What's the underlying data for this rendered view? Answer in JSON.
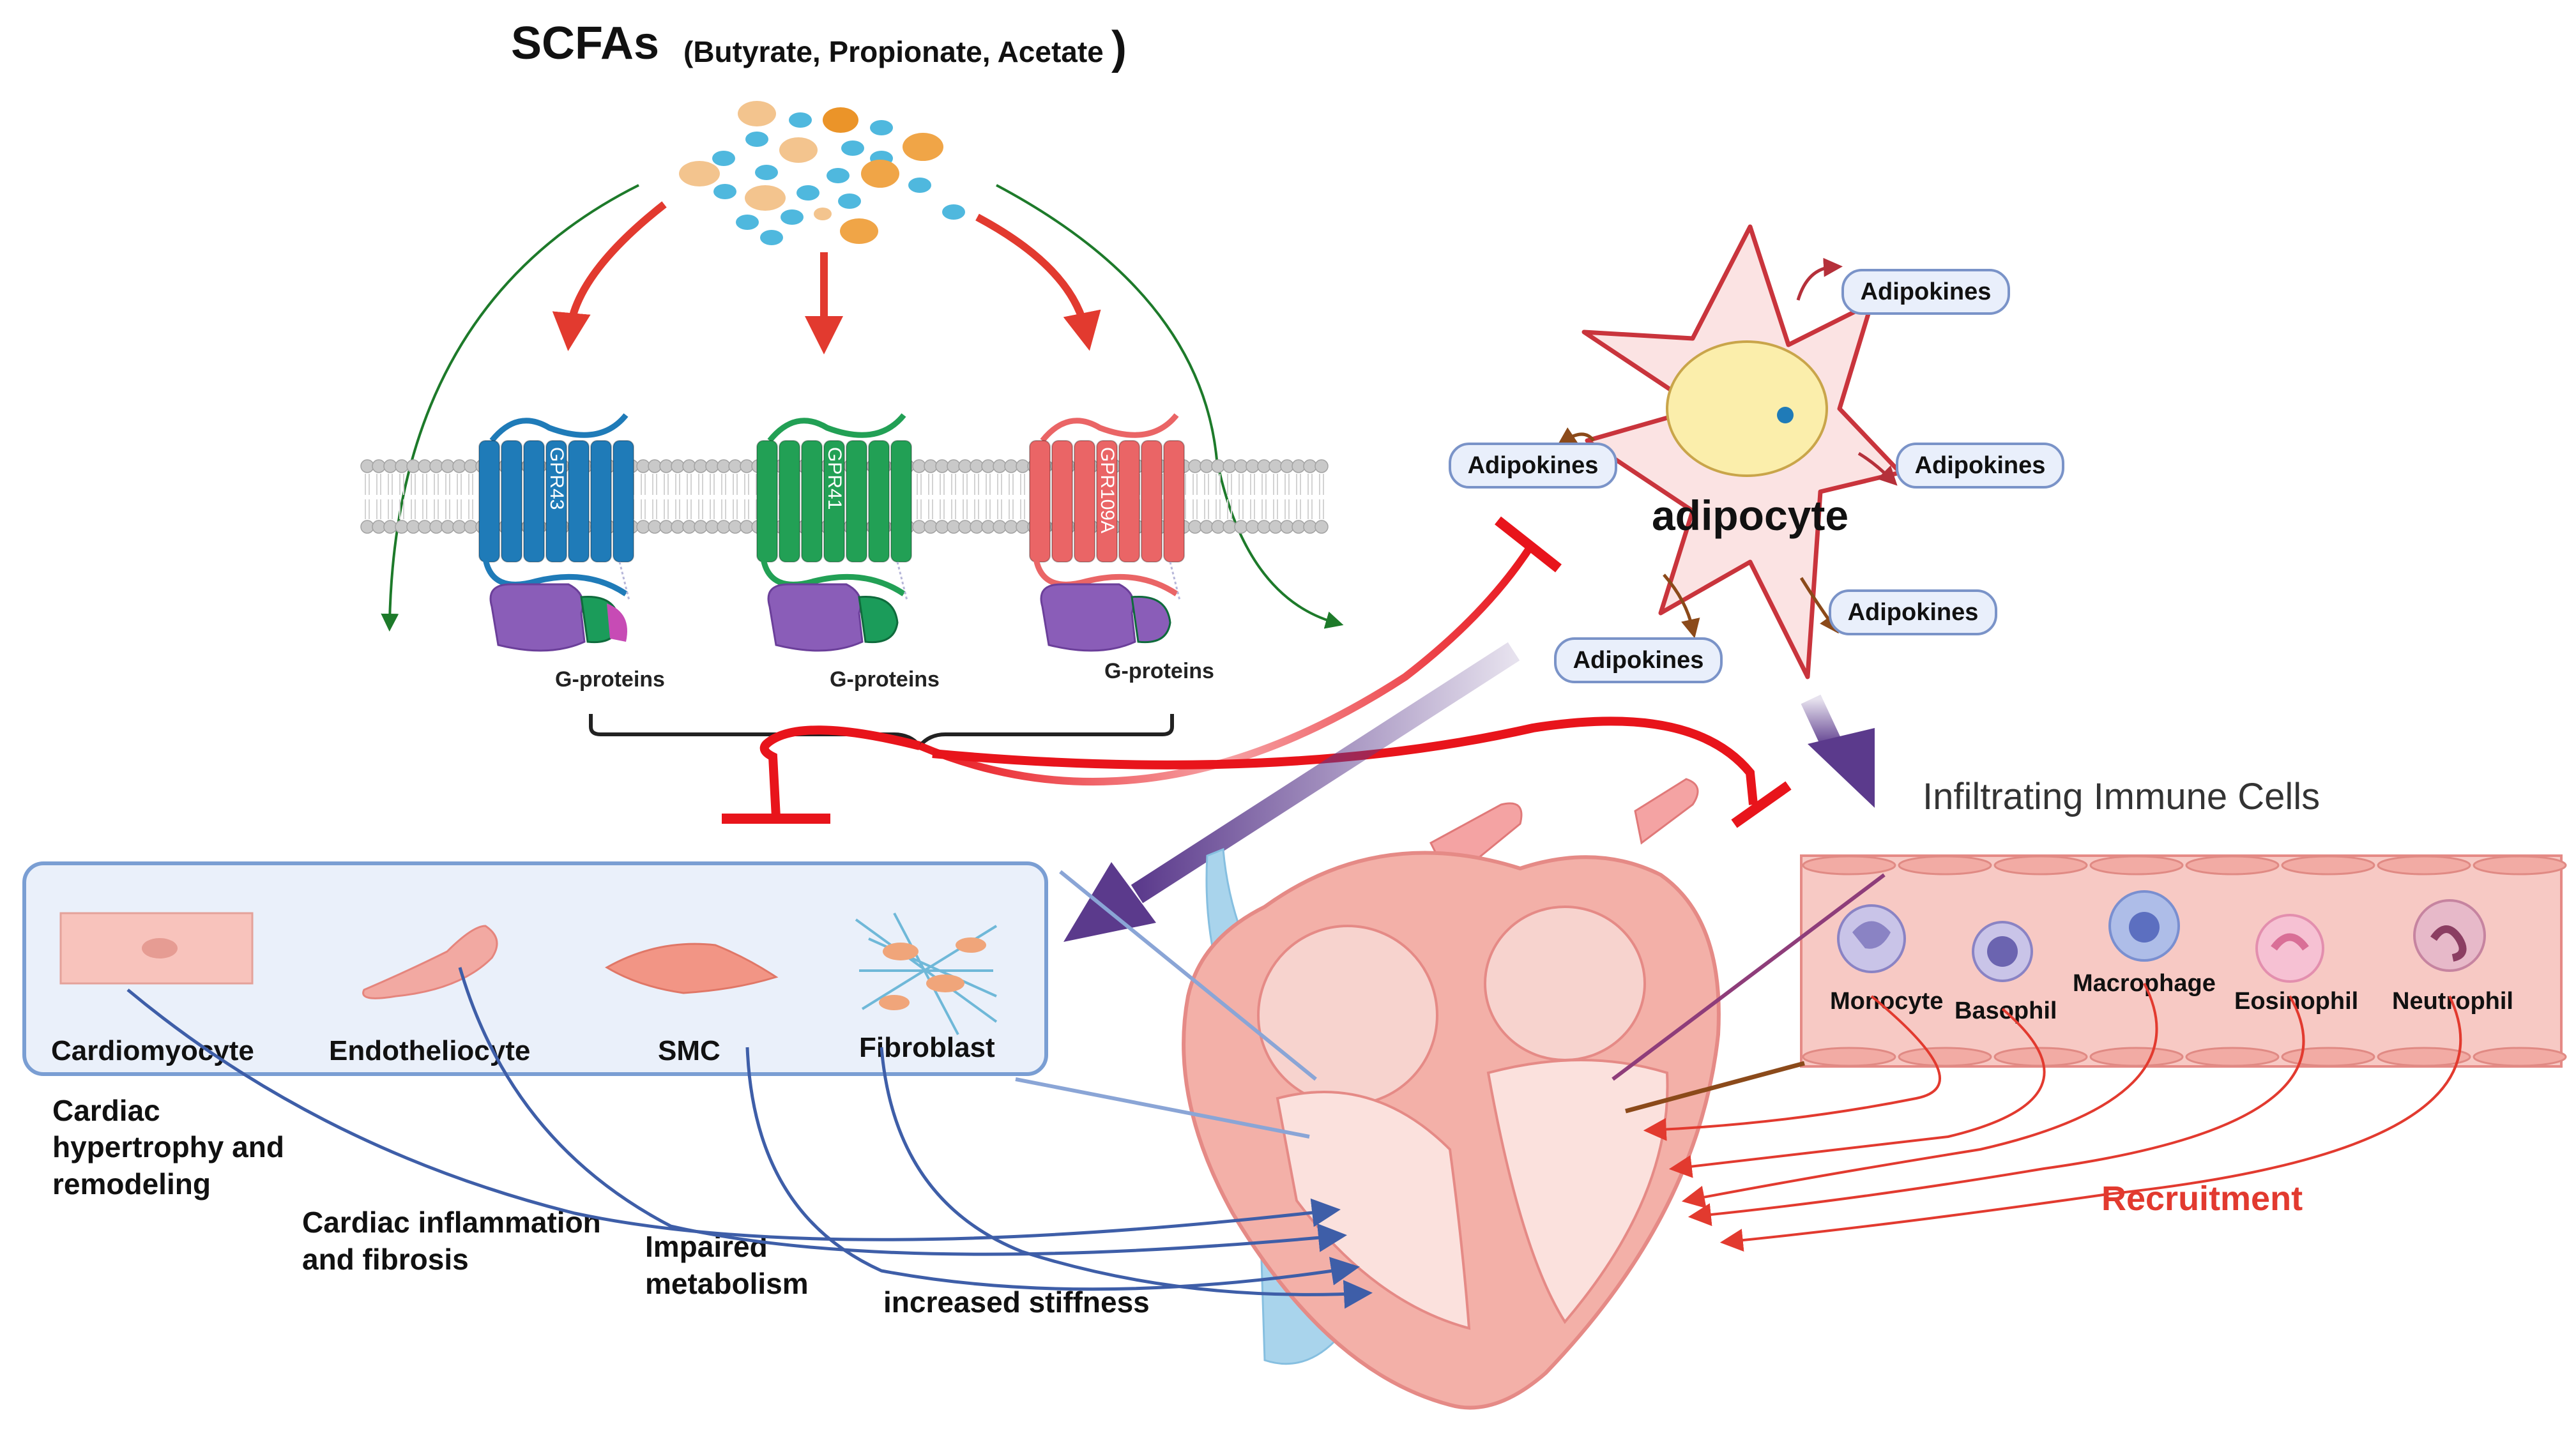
{
  "title": {
    "main": "SCFAs",
    "sub": "(Butyrate, Propionate, Acetate",
    "close": ")"
  },
  "receptors": [
    {
      "name": "GPR43",
      "color": "#1f7bb8"
    },
    {
      "name": "GPR41",
      "color": "#22a055"
    },
    {
      "name": "GPR109A",
      "color": "#ea6566"
    }
  ],
  "gproteins": [
    "G-proteins",
    "G-proteins",
    "G-proteins"
  ],
  "adipocyte": {
    "label": "adipocyte",
    "adipokines": [
      "Adipokines",
      "Adipokines",
      "Adipokines",
      "Adipokines",
      "Adipokines"
    ]
  },
  "cells": [
    "Cardiomyocyte",
    "Endotheliocyte",
    "SMC",
    "Fibroblast"
  ],
  "effects": {
    "hypertrophy": [
      "Cardiac",
      "hypertrophy and",
      "remodeling"
    ],
    "inflammation": [
      "Cardiac inflammation",
      "and fibrosis"
    ],
    "metabolism": [
      "Impaired",
      "metabolism"
    ],
    "stiffness": "increased stiffness"
  },
  "immune": {
    "title": "Infiltrating Immune Cells",
    "cells": [
      "Monocyte",
      "Basophil",
      "Macrophage",
      "Eosinophil",
      "Neutrophil"
    ],
    "recruitment": "Recruitment"
  },
  "colors": {
    "inhibit": "#e8141b",
    "redArrow": "#e23a2f",
    "greenArrow": "#1d7a2a",
    "purple": "#5b3a8c",
    "blueArrow": "#3e5ea8",
    "heart": "#f3b0a8",
    "vessel": "#f7c9c4"
  }
}
